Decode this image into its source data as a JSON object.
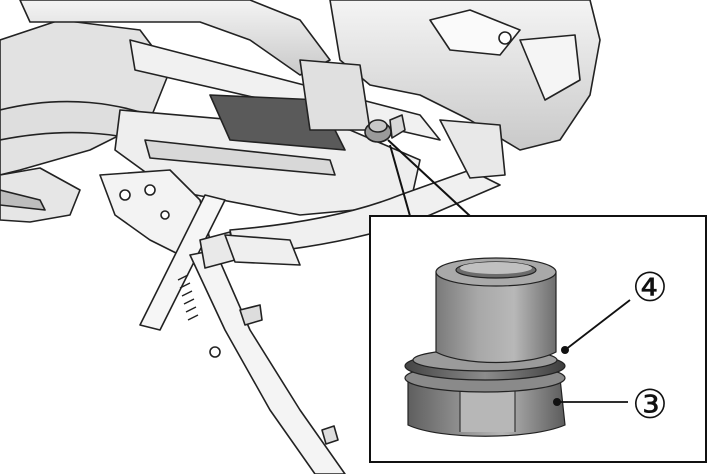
{
  "figure": {
    "description_visible": false,
    "callouts": [
      {
        "id": "callout-4",
        "label": "4",
        "text": "④"
      },
      {
        "id": "callout-3",
        "label": "3",
        "text": "③"
      }
    ]
  }
}
